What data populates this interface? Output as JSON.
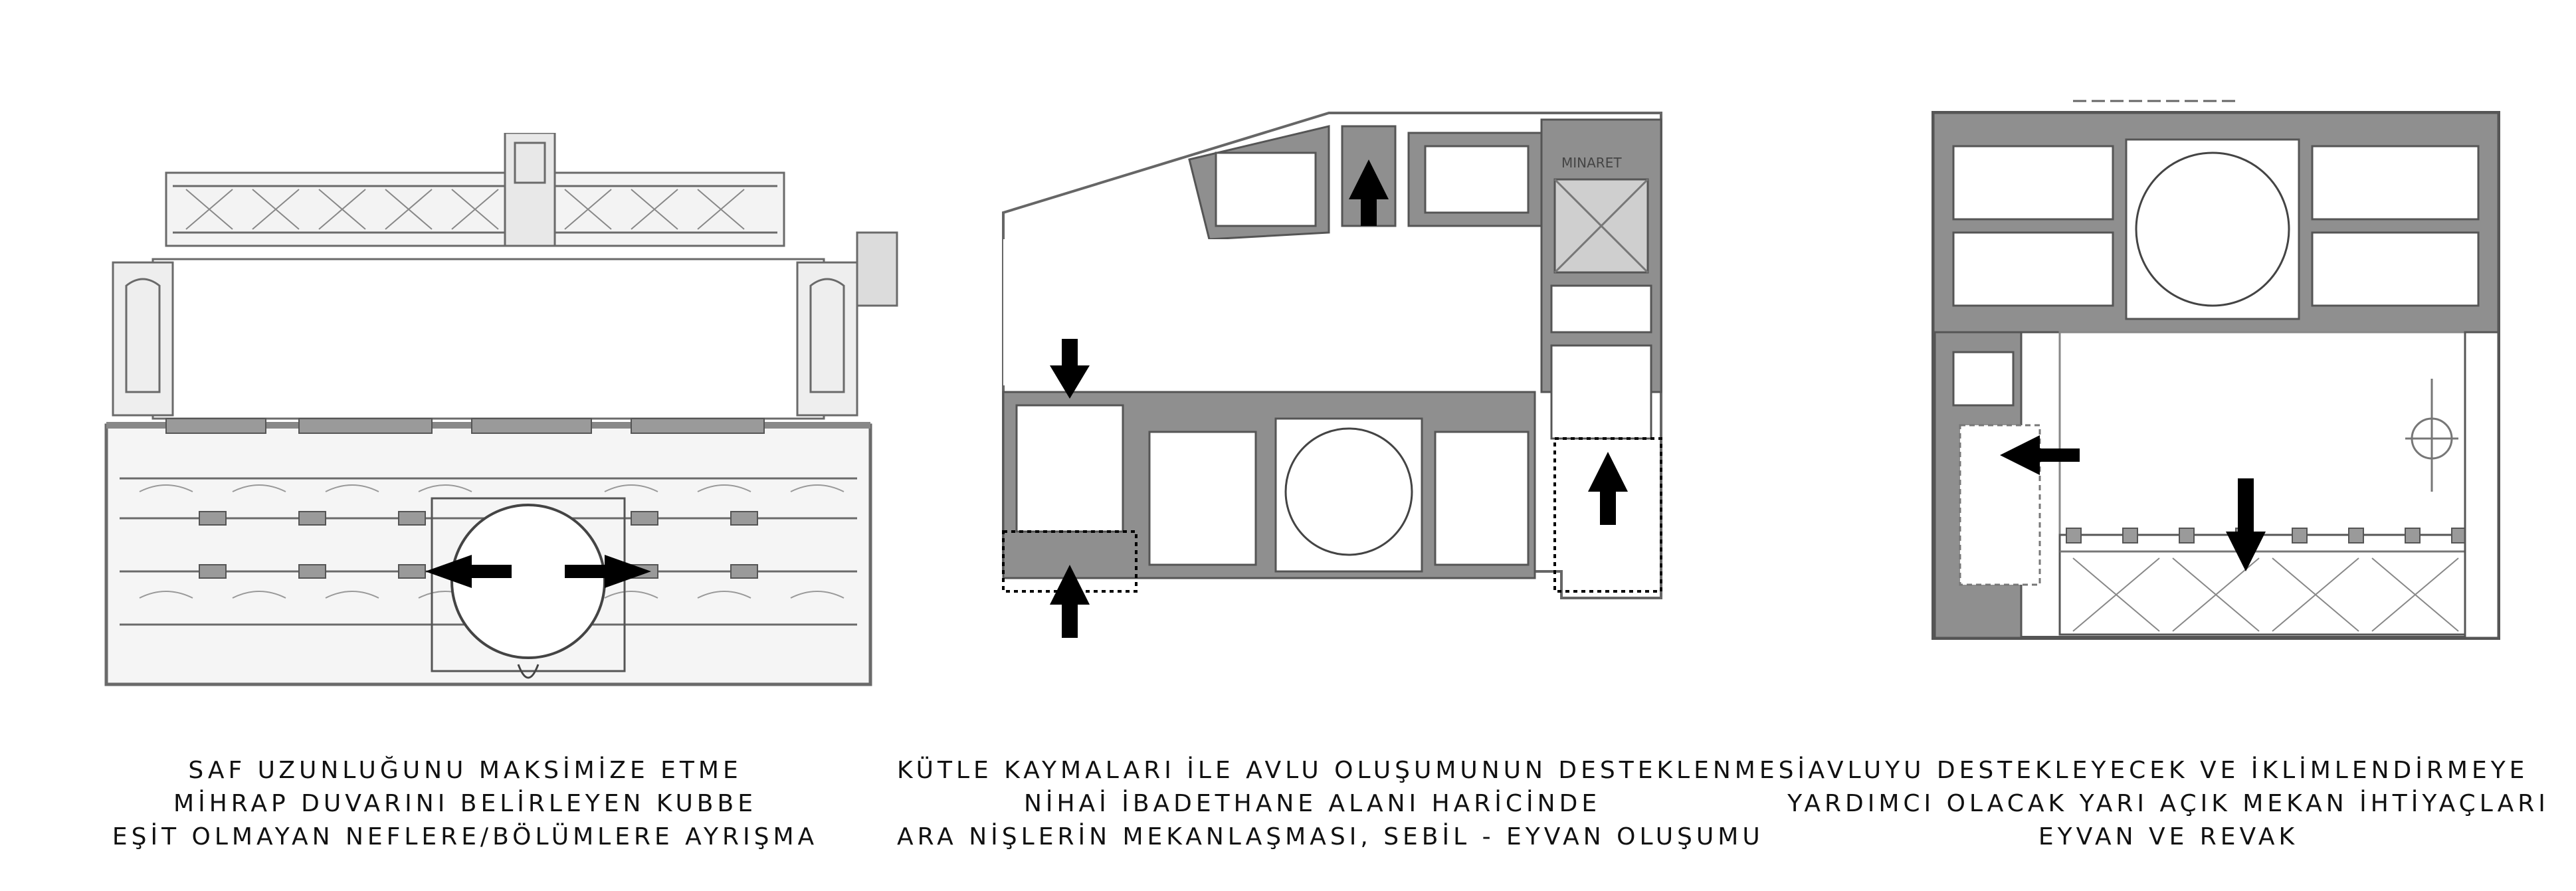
{
  "panels": [
    {
      "id": "saf",
      "caption": [
        "SAF UZUNLUĞUNU MAKSİMİZE ETME",
        "MİHRAP DUVARINI BELİRLEYEN KUBBE",
        "EŞİT OLMAYAN NEFLERE/BÖLÜMLERE AYRIŞMA"
      ]
    },
    {
      "id": "kutle",
      "caption": [
        "KÜTLE KAYMALARI İLE AVLU OLUŞUMUNUN DESTEKLENMESİ",
        "NİHAİ İBADETHANE ALANI HARİCİNDE",
        "ARA NİŞLERİN MEKANLAŞMASI, SEBİL - EYVAN OLUŞUMU"
      ],
      "plan_labels": {
        "minaret": "MINARET"
      }
    },
    {
      "id": "avlu",
      "caption": [
        "AVLUYU DESTEKLEYECEK VE İKLİMLENDİRMEYE",
        "YARDIMCI OLACAK YARI AÇIK MEKAN İHTİYAÇLARI",
        "EYVAN VE REVAK"
      ]
    }
  ],
  "colors": {
    "wall": "#8f8f8f",
    "wall_dark": "#6e6e6e",
    "line": "#555555",
    "arrow": "#000000",
    "text": "#111111"
  }
}
